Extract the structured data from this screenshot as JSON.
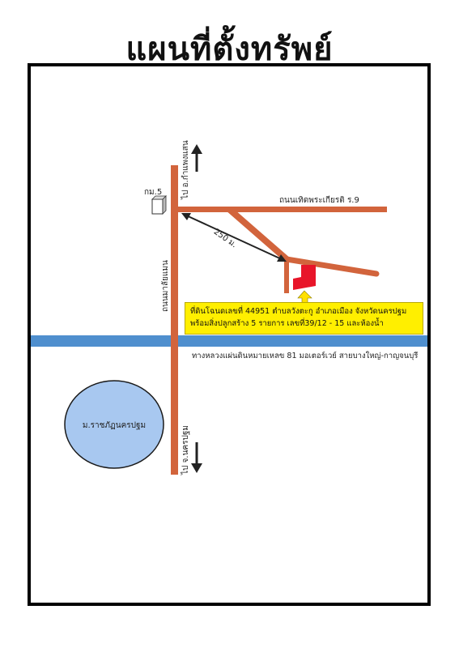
{
  "title": "แผนที่ตั้งทรัพย์",
  "labels": {
    "north_direction": "ไป อ.กำแพงแสน",
    "km_marker": "กม.5",
    "road_top": "ถนนเทิดพระเกียรติ ร.9",
    "distance": "250 ม.",
    "road_vertical": "ถนนมาลัยแมน",
    "highway": "ทางหลวงแผ่นดินหมายเหลข 81 มอเตอร์เวย์ สายบางใหญ่-กาญจนบุรี",
    "university": "ม.ราชภัฏนครปฐม",
    "south_direction": "ไป จ.นครปฐม"
  },
  "note": {
    "line1": "ที่ดินโฉนดเลขที่ 44951 ตำบลวังตะกู อำเภอเมือง จังหวัดนครปฐม",
    "line2": "พร้อมสิ่งปลูกสร้าง 5 รายการ เลขที่39/12 - 15 และห้องน้ำ"
  },
  "colors": {
    "road": "#d2643c",
    "highway": "#4f8fce",
    "plot": "#e8152a",
    "university_fill": "#a8c8f0",
    "note_fill": "#ffef00"
  }
}
